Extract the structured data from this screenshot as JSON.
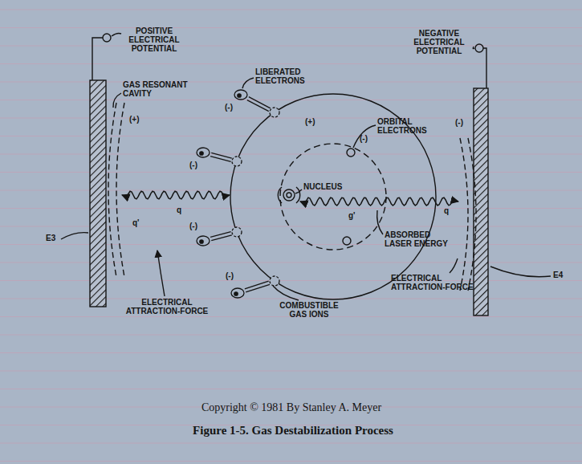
{
  "diagram": {
    "caption": "Figure 1-5. Gas Destabilization Process",
    "labels": [
      "POSITIVE ELECTRICAL POTENTIAL",
      "GAS RESONANT CAVITY",
      "(+)",
      "LIBERATED ELECTRONS",
      "(-)",
      "(-)",
      "(-)",
      "(-)",
      "ORBITAL ELECTRONS",
      "(+)",
      "(-)",
      "(-)",
      "NEGATIVE ELECTRICAL POTENTIAL",
      "NUCLEUS",
      "q",
      "q'",
      "q",
      "g'",
      "ABSORBED LASER ENERGY",
      "ELECTRICAL ATTRACTION-FORCE",
      "ELECTRICAL ATTRACTION-FORCE",
      "COMBUSTIBLE GAS IONS",
      "E3",
      "E4",
      "Copyright © 1981 By Stanley A. Meyer"
    ]
  }
}
